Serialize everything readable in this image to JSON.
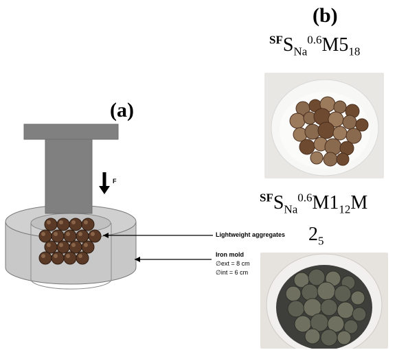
{
  "panel_a": {
    "label": "(a)",
    "force_label": "F",
    "annotations": {
      "aggregates": "Lightweight aggregates",
      "mold_title": "Iron mold",
      "mold_ext": "∅ext = 8 cm",
      "mold_int": "∅int = 6 cm"
    },
    "colors": {
      "press": "#808080",
      "press_edge": "#6e6e6e",
      "mold": "#c8c8c8",
      "aggregate": "#5a3a26"
    }
  },
  "panel_b": {
    "label": "(b)",
    "sample1": {
      "sup1": "SF",
      "base": "S",
      "sub1": "Na",
      "sup2": "0.6",
      "main": "M5",
      "sub2": "18"
    },
    "sample2": {
      "sup1": "SF",
      "base": "S",
      "sub1": "Na",
      "sup2": "0.6",
      "main": "M1",
      "sub2": "12",
      "tail": "M",
      "line2": "2",
      "line2_sub": "5"
    }
  }
}
